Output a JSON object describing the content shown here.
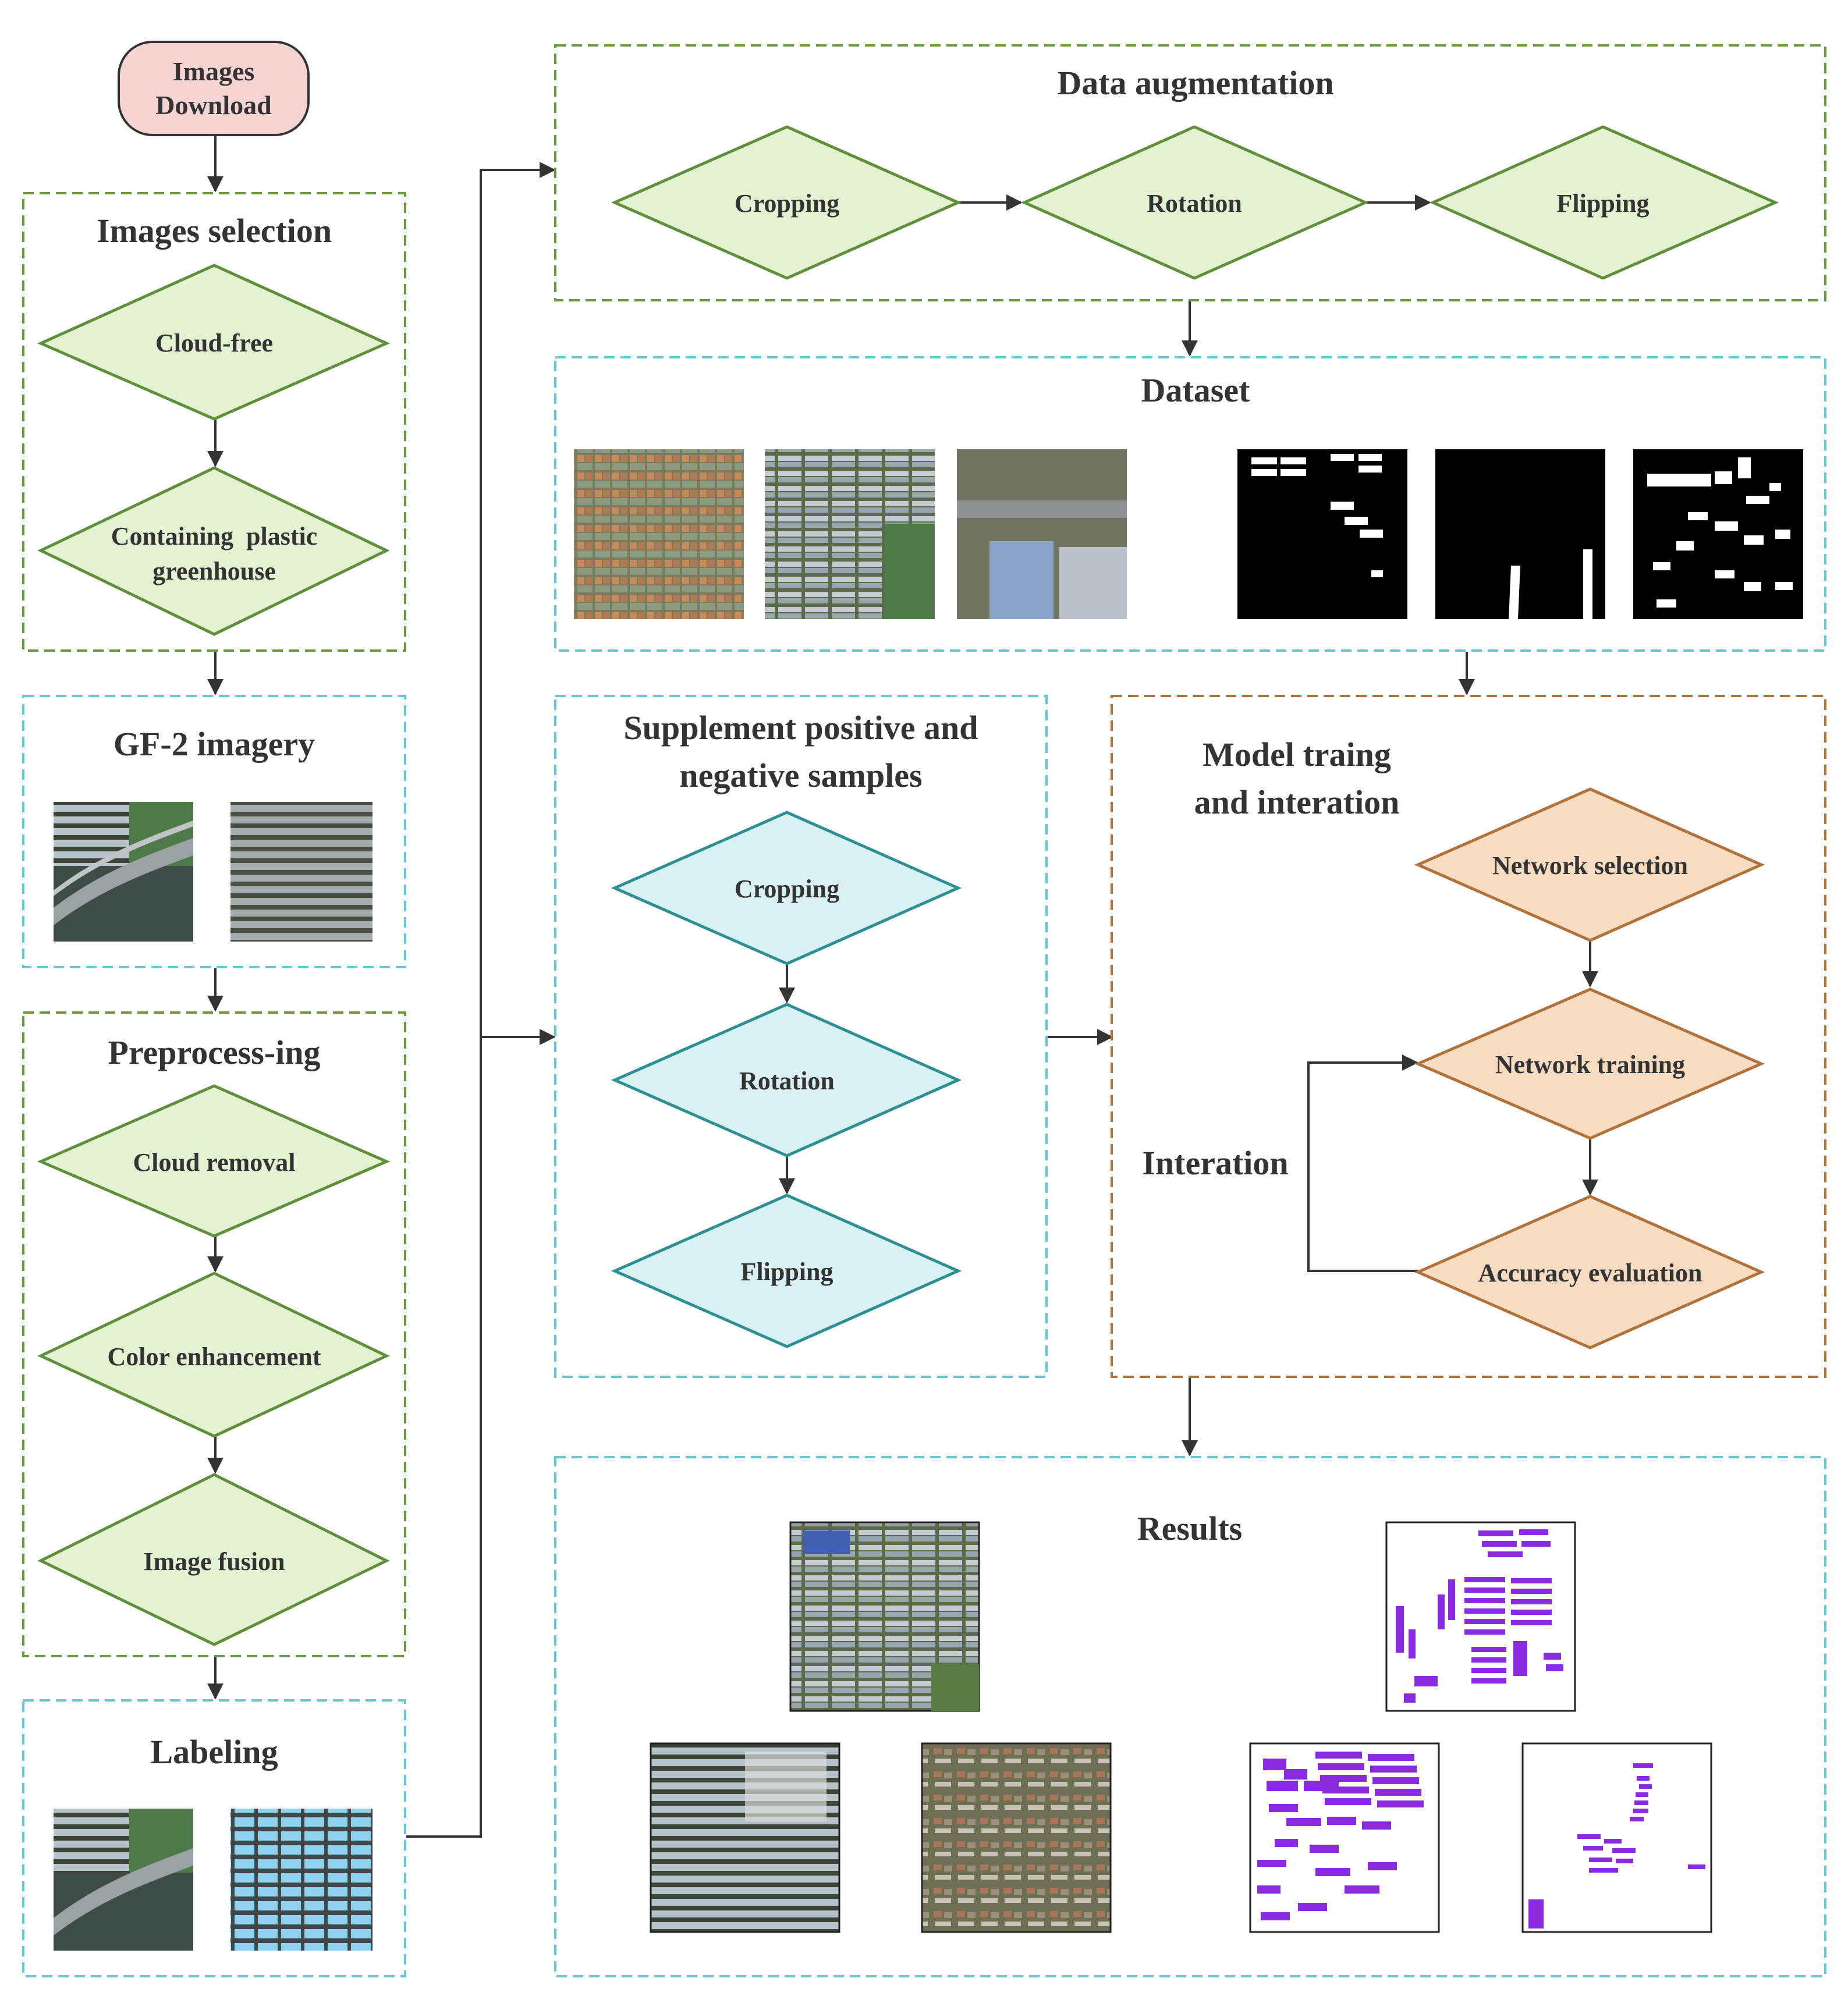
{
  "colors": {
    "green_border": "#5f8f3a",
    "green_fill": "#e3f3d2",
    "teal_border": "#2e8f93",
    "teal_fill": "#d8f1f1",
    "orange_border": "#b0723a",
    "orange_fill": "#f8dcc1",
    "cyan_dash": "#66c9d1",
    "green_dash": "#6b9a3d",
    "orange_dash": "#b0723a",
    "pill_fill": "#f6d4d4",
    "arrow": "#333333",
    "prediction_purple": "#8a2be2"
  },
  "start": {
    "line1": "Images",
    "line2": "Download"
  },
  "images_selection": {
    "title": "Images selection",
    "steps": [
      {
        "line1": "Cloud-free",
        "line2": ""
      },
      {
        "line1": "Containing  plastic",
        "line2": "greenhouse"
      }
    ]
  },
  "gf2": {
    "title": "GF-2  imagery"
  },
  "preprocessing": {
    "title": "Preprocess-ing",
    "steps": [
      "Cloud removal",
      "Color enhancement",
      "Image fusion"
    ]
  },
  "labeling": {
    "title": "Labeling"
  },
  "data_augmentation": {
    "title": "Data augmentation",
    "steps": [
      "Cropping",
      "Rotation",
      "Flipping"
    ]
  },
  "dataset": {
    "title": "Dataset"
  },
  "supplement": {
    "title_line1": "Supplement positive and",
    "title_line2": "negative samples",
    "steps": [
      "Cropping",
      "Rotation",
      "Flipping"
    ]
  },
  "model": {
    "title_line1": "Model traing",
    "title_line2": "and interation",
    "steps": [
      "Network selection",
      "Network training",
      "Accuracy evaluation"
    ],
    "loop_label": "Interation"
  },
  "results": {
    "title": "Results"
  }
}
